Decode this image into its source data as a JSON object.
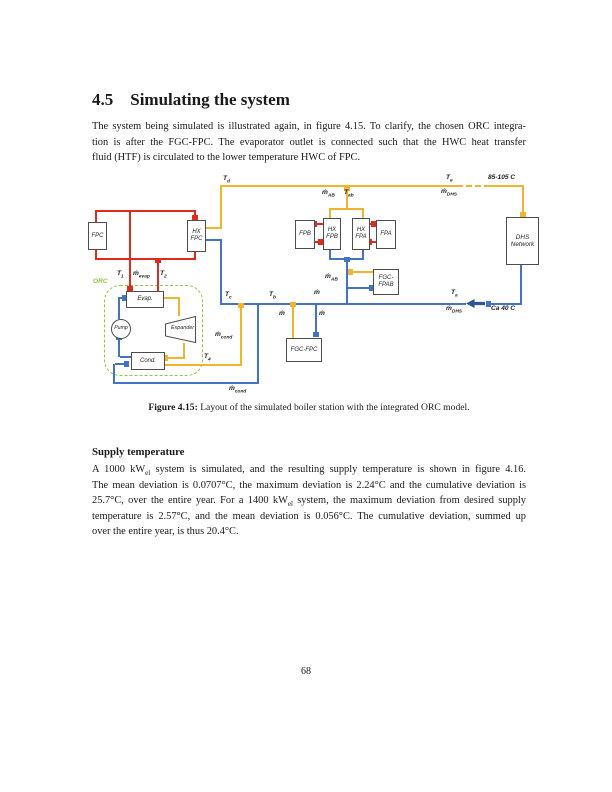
{
  "document": {
    "section_number": "4.5",
    "section_title": "Simulating the system",
    "para1": {
      "l1": "The system being simulated is illustrated again, in figure 4.15. To clarify, the chosen ORC integra-",
      "l2": "tion is after the FGC-FPC. The evaporator outlet is connected such that the HWC heat transfer",
      "l3": "fluid (HTF) is circulated to the lower temperature HWC of FPC."
    },
    "caption": {
      "label": "Figure 4.15:",
      "text": " Layout of the simulated boiler station with the integrated ORC model."
    },
    "subsection_title": "Supply temperature",
    "para2": {
      "l1a": "A 1000 kW",
      "l1sub": "el",
      "l1b": " system is simulated, and the resulting supply temperature is shown in figure 4.16.",
      "l2": "The mean deviation is 0.0707°C, the maximum deviation is 2.24°C and the cumulative deviation is",
      "l3a": "25.7°C, over the entire year. For a 1400 kW",
      "l3sub": "el",
      "l3b": " system, the maximum deviation from desired supply",
      "l4": "temperature is 2.57°C, and the mean deviation is 0.056°C. The cumulative deviation, summed up",
      "l5": "over the entire year, is thus 20.4°C."
    },
    "page_number": "68"
  },
  "diagram": {
    "colors": {
      "hot": "#f0b42e",
      "cold": "#4472c4",
      "solar_loop": "#df2b1e",
      "orc_boundary": "#8dc63f"
    },
    "boxes": {
      "fpc": "FPC",
      "hx_fpc": "HX\nFPC",
      "fpb": "FPB",
      "hx_fpb": "HX\nFPB",
      "hx_fpa": "HX\nFPA",
      "fpa": "FPA",
      "fgc_fpab": "FGC-\nFPAB",
      "dhs_network": "DHS\nNetwork",
      "fgc_fpc": "FGC-FPC",
      "evaporator": "Evap.",
      "pump": "Pump",
      "expander": "Expander",
      "condenser": "Cond."
    },
    "labels": {
      "orc": "ORC",
      "supply_temp_range": "85-105 C",
      "return_temp": "Ca 40 C",
      "t_d": {
        "base": "T",
        "sub": "d"
      },
      "t_e": {
        "base": "T",
        "sub": "e"
      },
      "t_a": {
        "base": "T",
        "sub": "a"
      },
      "t_b": {
        "base": "T",
        "sub": "b"
      },
      "t_c": {
        "base": "T",
        "sub": "c"
      },
      "t_1": {
        "base": "T",
        "sub": "1"
      },
      "t_2": {
        "base": "T",
        "sub": "2"
      },
      "t_4": {
        "base": "T",
        "sub": "4"
      },
      "t_ab": {
        "base": "T",
        "sub": "ab"
      },
      "m_dhs_supply": {
        "base": "ṁ",
        "sub": "DHS"
      },
      "m_dhs_return": {
        "base": "ṁ",
        "sub": "DHS"
      },
      "m_ab_top": {
        "base": "ṁ",
        "sub": "AB"
      },
      "m_ab_fgc": {
        "base": "ṁ",
        "sub": "AB"
      },
      "m_evap": {
        "base": "ṁ",
        "sub": "evap"
      },
      "m_cond_riser": {
        "base": "ṁ",
        "sub": "cond"
      },
      "m_cond_return": {
        "base": "ṁ",
        "sub": "cond"
      },
      "m_main": {
        "base": "ṁ",
        "sub": ""
      },
      "m_fgc_hot": {
        "base": "ṁ",
        "sub": ""
      },
      "m_fgc_cold": {
        "base": "ṁ",
        "sub": ""
      }
    }
  }
}
